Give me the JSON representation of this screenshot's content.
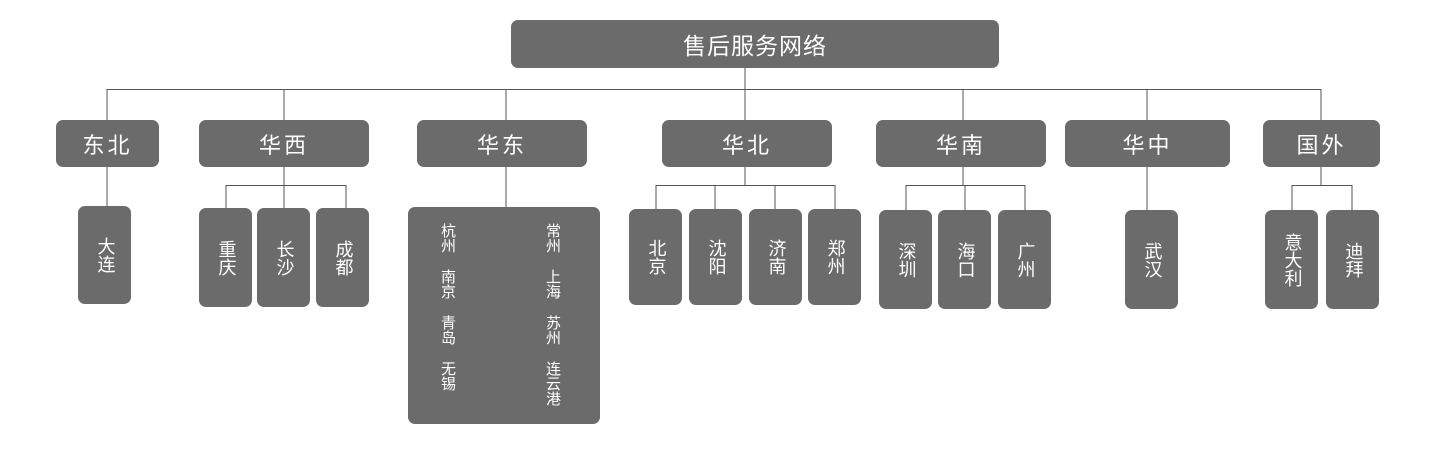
{
  "root": {
    "label": "售后服务网络"
  },
  "regions": [
    {
      "label": "东北",
      "cities": [
        "大连"
      ]
    },
    {
      "label": "华西",
      "cities": [
        "重庆",
        "长沙",
        "成都"
      ]
    },
    {
      "label": "华东",
      "cities": [],
      "left_column": [
        "杭州",
        "南京",
        "青岛",
        "无锡"
      ],
      "right_column": [
        "常州",
        "上海",
        "苏州",
        "连云港"
      ]
    },
    {
      "label": "华北",
      "cities": [
        "北京",
        "沈阳",
        "济南",
        "郑州"
      ]
    },
    {
      "label": "华南",
      "cities": [
        "深圳",
        "海口",
        "广州"
      ]
    },
    {
      "label": "华中",
      "cities": [
        "武汉"
      ]
    },
    {
      "label": "国外",
      "cities": [
        "意大利",
        "迪拜"
      ]
    }
  ],
  "colors": {
    "node_fill": "#6b6b6b",
    "node_text": "#ffffff",
    "connector": "#555555"
  }
}
